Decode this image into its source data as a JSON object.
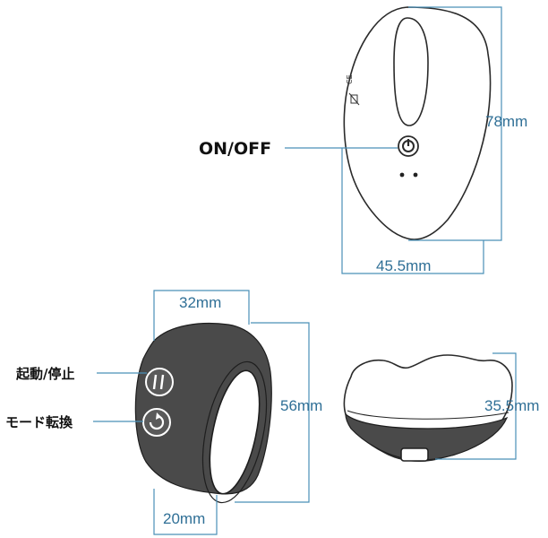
{
  "labels": {
    "on_off": "ON/OFF",
    "start_stop": "起動/停止",
    "mode_switch": "モード転換"
  },
  "dimensions": {
    "height_top": "78mm",
    "width_top": "45.5mm",
    "depth_top_side": "32mm",
    "height_side": "56mm",
    "depth_bottom_side": "20mm",
    "height_front": "35.5mm"
  },
  "icons": {
    "power": "power-icon",
    "pause": "pause-icon",
    "cycle": "cycle-arrow-icon"
  },
  "colors": {
    "dimension": "#4a90b8",
    "body_dark": "#4a4a4a"
  }
}
